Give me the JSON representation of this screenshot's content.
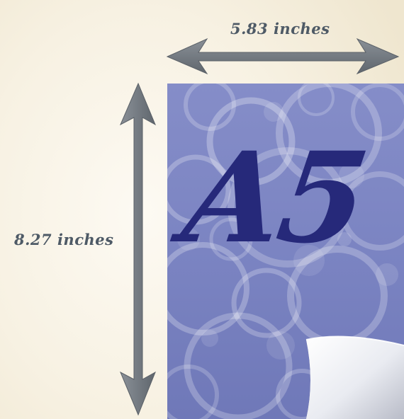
{
  "diagram": {
    "width_label": "5.83 inches",
    "height_label": "8.27 inches",
    "paper_size": "A5"
  },
  "colors": {
    "background": "#f7f1e2",
    "arrow": "#6e757d",
    "sheet": "#7f88c4",
    "size_text": "#26297a",
    "label_text": "#4e5a66"
  },
  "icons": {
    "width_arrow": "double-headed-horizontal-arrow",
    "height_arrow": "double-headed-vertical-arrow",
    "page_curl": "page-curl-corner"
  }
}
